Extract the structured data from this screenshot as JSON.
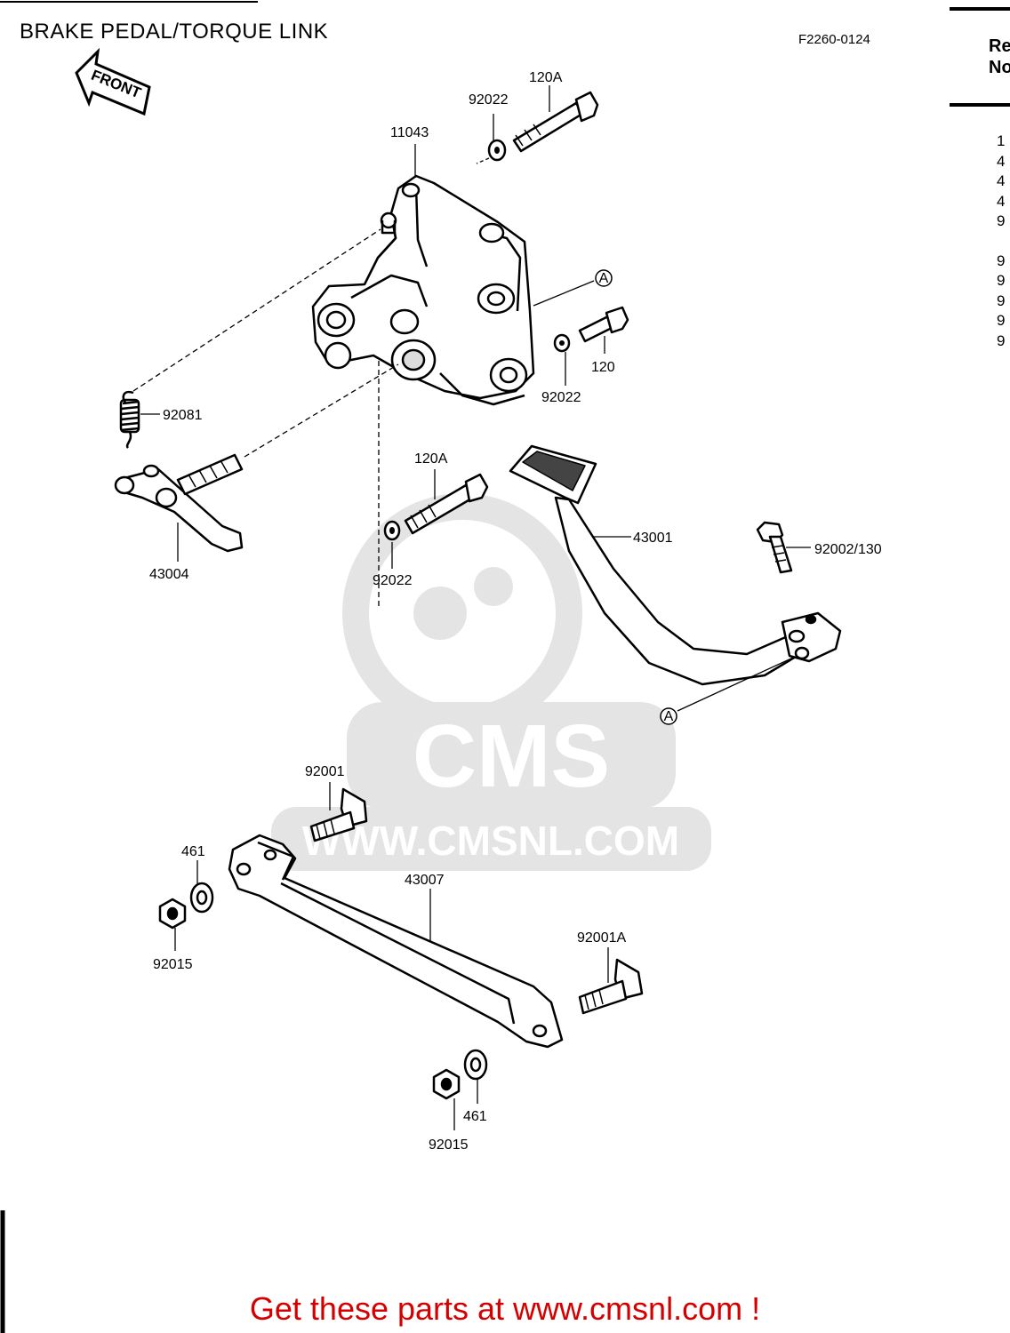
{
  "title": "BRAKE PEDAL/TORQUE LINK",
  "diagram_code": "F2260-0124",
  "front_label": "FRONT",
  "ref_header": "Re\nNo",
  "ref_numbers": [
    "1",
    "4",
    "4",
    "4",
    "9",
    "9",
    "9",
    "9",
    "9",
    "9"
  ],
  "watermark": {
    "logo_text": "CMS",
    "url_text": "WWW.CMSNL.COM"
  },
  "callouts": {
    "c_11043": "11043",
    "c_92022_top": "92022",
    "c_120A_top": "120A",
    "c_A_top": "A",
    "c_120": "120",
    "c_92022_mid": "92022",
    "c_92081": "92081",
    "c_43004": "43004",
    "c_120A_mid": "120A",
    "c_92022_low": "92022",
    "c_43001": "43001",
    "c_92002_130": "92002/130",
    "c_A_bottom": "A",
    "c_92001": "92001",
    "c_461_left": "461",
    "c_92015_left": "92015",
    "c_43007": "43007",
    "c_92001A": "92001A",
    "c_461_right": "461",
    "c_92015_right": "92015"
  },
  "cta_text": "Get these parts at www.cmsnl.com !"
}
